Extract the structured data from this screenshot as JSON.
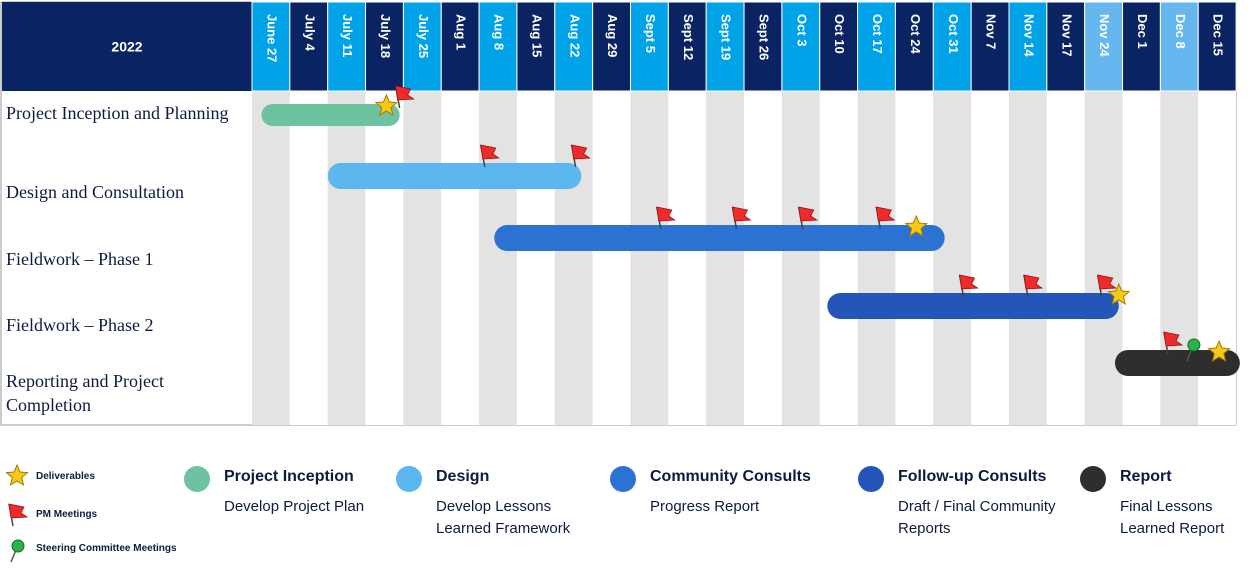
{
  "header": {
    "year": "2022"
  },
  "weeks": [
    "June 27",
    "July 4",
    "July 11",
    "July 18",
    "July 25",
    "Aug 1",
    "Aug 8",
    "Aug 15",
    "Aug 22",
    "Aug 29",
    "Sept 5",
    "Sept 12",
    "Sept 19",
    "Sept 26",
    "Oct 3",
    "Oct 10",
    "Oct 17",
    "Oct 24",
    "Oct 31",
    "Nov 7",
    "Nov 14",
    "Nov 17",
    "Nov 24",
    "Dec 1",
    "Dec 8",
    "Dec 15"
  ],
  "week_header_colors": [
    "#00a2e8",
    "#0a2463",
    "#00a2e8",
    "#0a2463",
    "#00a2e8",
    "#0a2463",
    "#00a2e8",
    "#0a2463",
    "#00a2e8",
    "#0a2463",
    "#00a2e8",
    "#0a2463",
    "#00a2e8",
    "#0a2463",
    "#00a2e8",
    "#0a2463",
    "#00a2e8",
    "#0a2463",
    "#00a2e8",
    "#0a2463",
    "#00a2e8",
    "#0a2463",
    "#66b6f0",
    "#0a2463",
    "#66b6f0",
    "#0a2463"
  ],
  "tasks": [
    {
      "name": "Project Inception and Planning",
      "start": 0.25,
      "end": 3.9,
      "color": "#6dc39f",
      "stars": [
        3.55
      ],
      "flags": [
        3.9
      ]
    },
    {
      "name": "Design and Consultation",
      "start": 2.0,
      "end": 8.7,
      "color": "#5bb8ee",
      "stars": [],
      "flags": [
        6.15,
        8.55
      ]
    },
    {
      "name": "Fieldwork – Phase 1",
      "start": 6.4,
      "end": 18.3,
      "color": "#2c72d2",
      "stars": [
        17.55
      ],
      "flags": [
        10.8,
        12.8,
        14.55,
        16.6
      ]
    },
    {
      "name": "Fieldwork – Phase 2",
      "start": 15.2,
      "end": 22.9,
      "color": "#2356b8",
      "stars": [
        22.9
      ],
      "flags": [
        18.8,
        20.5,
        22.45
      ]
    },
    {
      "name": "Reporting and Project Completion",
      "start": 22.8,
      "end": 26.1,
      "color": "#2e2e2e",
      "stars": [
        25.55
      ],
      "flags": [
        24.2
      ],
      "pins": [
        24.7
      ]
    }
  ],
  "legend": {
    "symbols": [
      {
        "label": "Deliverables",
        "icon": "star-icon"
      },
      {
        "label": "PM Meetings",
        "icon": "flag-icon"
      },
      {
        "label": "Steering Committee Meetings",
        "icon": "pushpin-icon"
      }
    ],
    "phases": [
      {
        "title": "Project Inception",
        "desc": "Develop Project Plan",
        "color": "#6dc39f"
      },
      {
        "title": "Design",
        "desc": "Develop Lessons Learned Framework",
        "color": "#5bb8ee"
      },
      {
        "title": "Community Consults",
        "desc": "Progress Report",
        "color": "#2c72d2"
      },
      {
        "title": "Follow-up Consults",
        "desc": "Draft / Final Community Reports",
        "color": "#2356b8"
      },
      {
        "title": "Report",
        "desc": "Final Lessons Learned Report",
        "color": "#2e2e2e"
      }
    ]
  }
}
